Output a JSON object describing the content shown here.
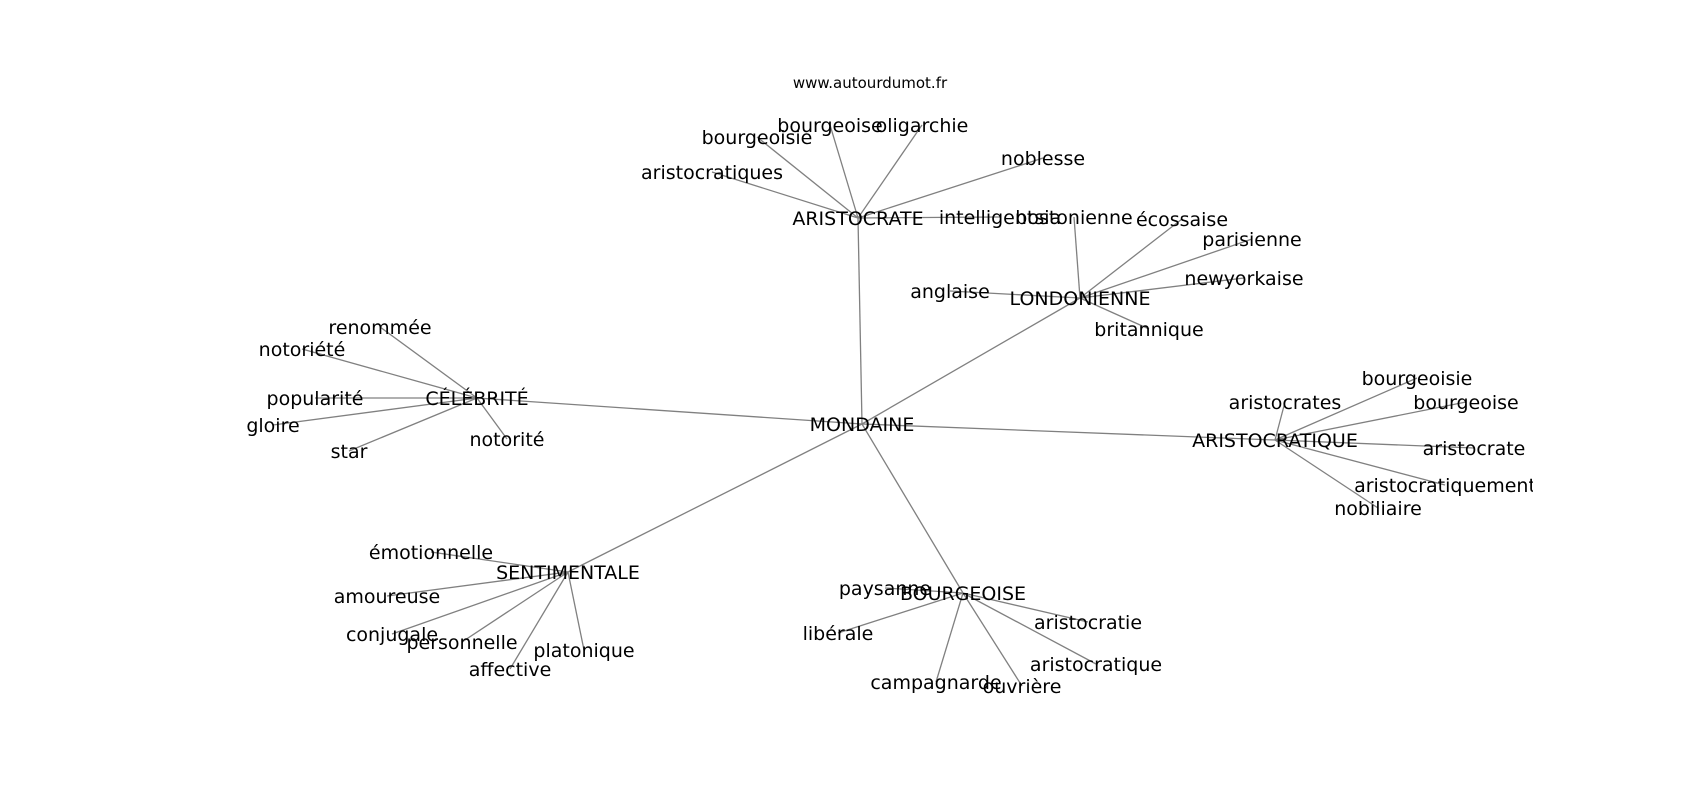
{
  "source": "www.autourdumot.fr",
  "graph": {
    "center": "MONDAINE",
    "clusters": [
      {
        "hub": "ARISTOCRATE",
        "leaves": [
          "bourgeoisie",
          "bourgeoise",
          "oligarchie",
          "noblesse",
          "aristocratiques",
          "intelligentsia"
        ]
      },
      {
        "hub": "LONDONIENNE",
        "leaves": [
          "bostonienne",
          "écossaise",
          "parisienne",
          "newyorkaise",
          "anglaise",
          "britannique"
        ]
      },
      {
        "hub": "CÉLÉBRITÉ",
        "leaves": [
          "renommée",
          "notoriété",
          "popularité",
          "gloire",
          "star",
          "notorité"
        ]
      },
      {
        "hub": "ARISTOCRATIQUE",
        "leaves": [
          "bourgeoisie",
          "aristocrates",
          "bourgeoise",
          "aristocrate",
          "aristocratiquement",
          "nobiliaire"
        ]
      },
      {
        "hub": "SENTIMENTALE",
        "leaves": [
          "émotionnelle",
          "amoureuse",
          "conjugale",
          "personnelle",
          "affective",
          "platonique"
        ]
      },
      {
        "hub": "BOURGEOISE",
        "leaves": [
          "paysanne",
          "libérale",
          "campagnarde",
          "ouvrière",
          "aristocratique",
          "aristocratie"
        ]
      }
    ]
  }
}
